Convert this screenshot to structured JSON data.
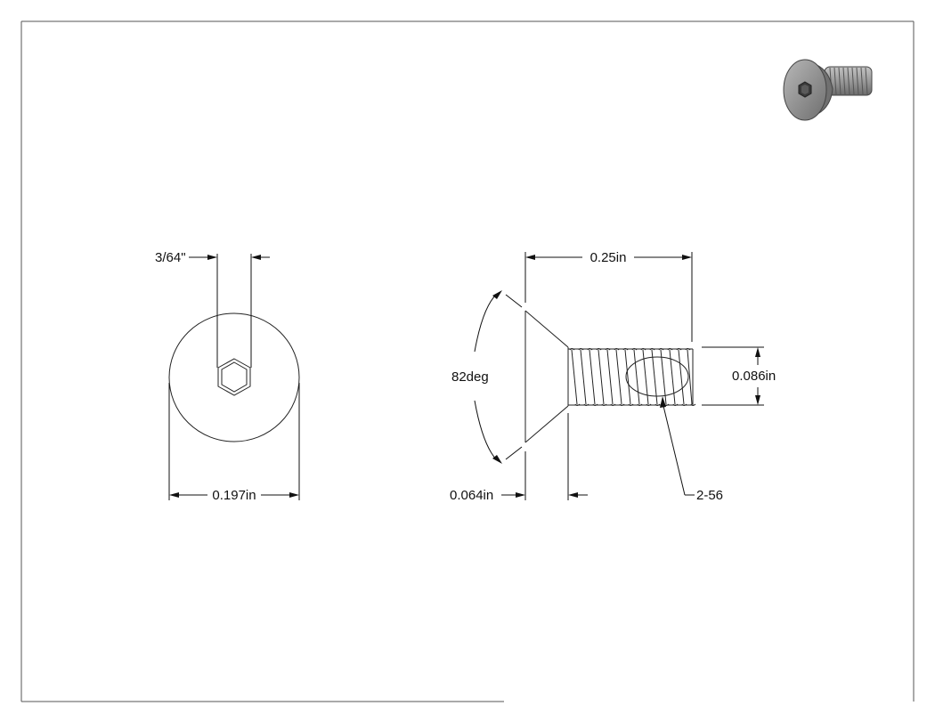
{
  "colors": {
    "line": "#111111",
    "frame": "#555555",
    "background": "#ffffff",
    "thumbnail_head": "#8a8a8a",
    "thumbnail_thread": "#9c9c9c"
  },
  "front_view": {
    "hex_width_label": "3/64\"",
    "head_diameter_label": "0.197in"
  },
  "side_view": {
    "length_label": "0.25in",
    "head_angle_label": "82deg",
    "major_diameter_label": "0.086in",
    "head_height_label": "0.064in",
    "thread_callout_label": "2-56"
  },
  "thumbnail": {
    "icon": "countersunk-hex-socket-screw-render"
  }
}
